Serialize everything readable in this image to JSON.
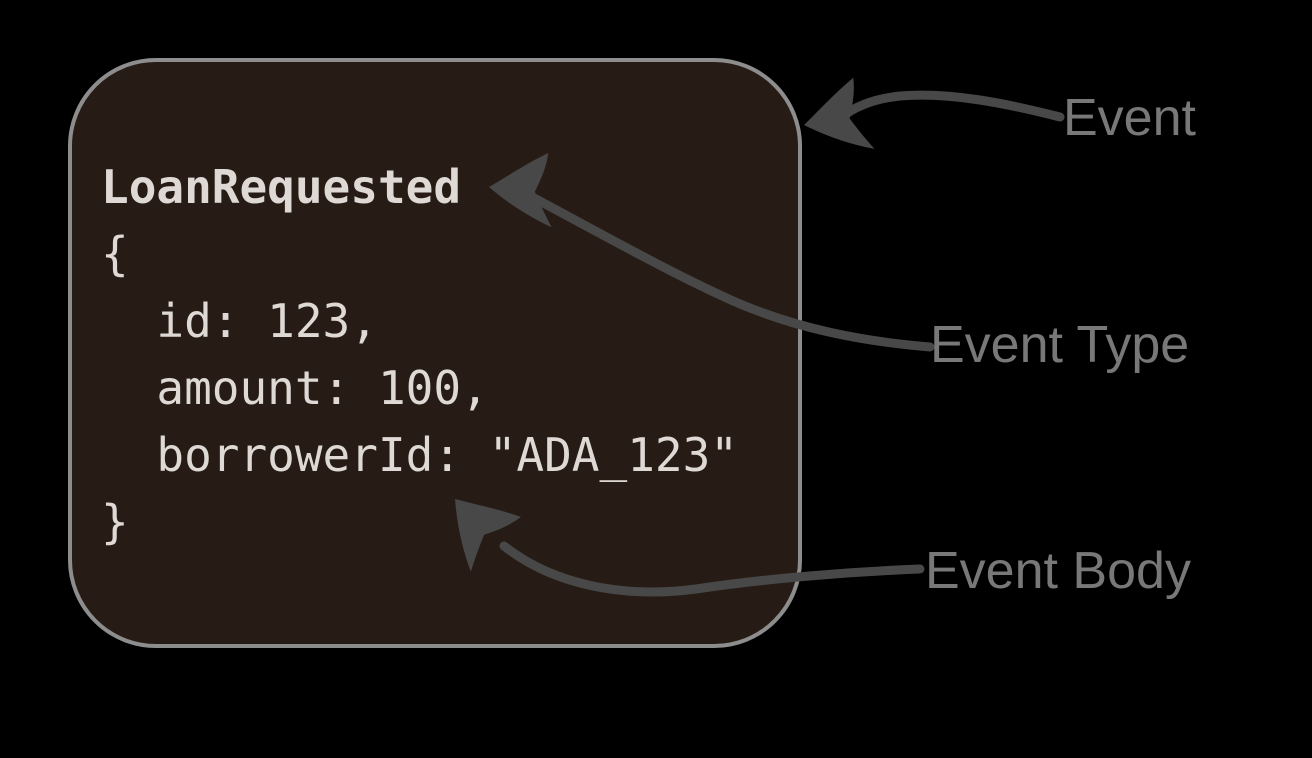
{
  "event_card": {
    "title": "LoanRequested",
    "body_lines": [
      "{",
      "  id: 123,",
      "  amount: 100,",
      "  borrowerId: \"ADA_123\"",
      "}"
    ],
    "bg_color": "#271c15",
    "border_color": "#8d8d8d",
    "text_color": "#ded9d4"
  },
  "annotations": {
    "event_label": "Event",
    "event_type_label": "Event Type",
    "event_body_label": "Event Body",
    "label_color": "#787878",
    "arrow_color": "#484848"
  },
  "canvas": {
    "background_color": "#000000"
  }
}
